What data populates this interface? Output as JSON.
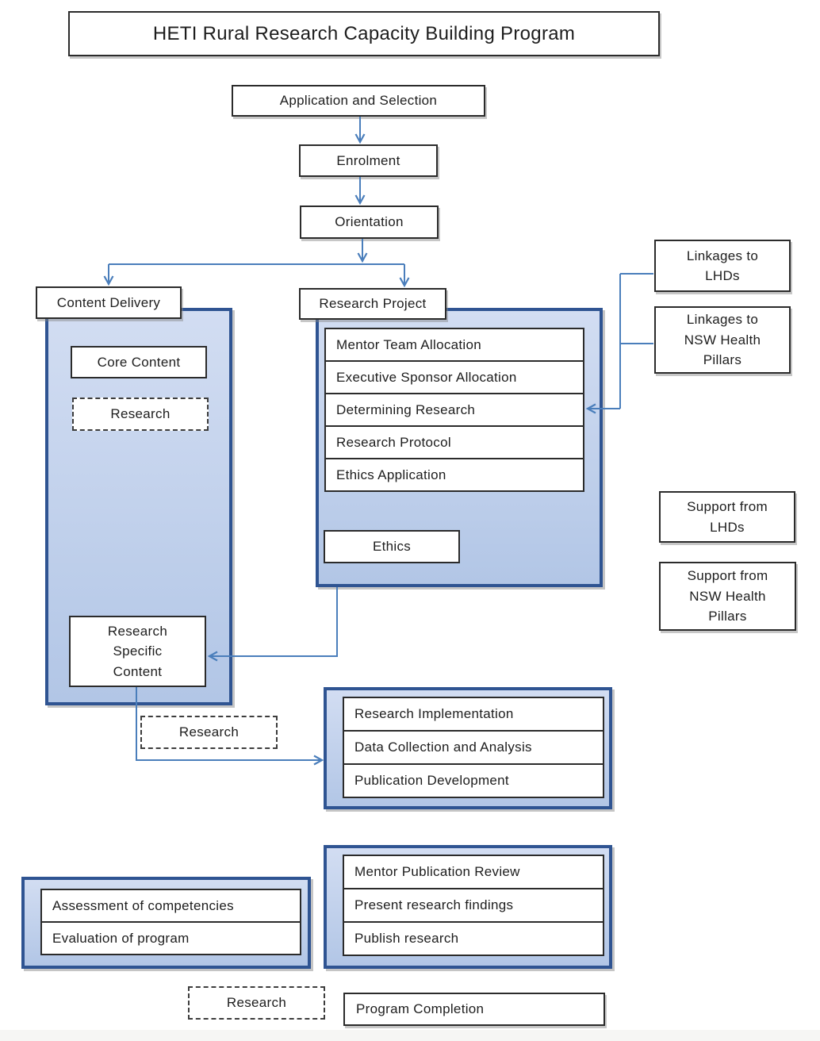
{
  "title": "HETI Rural Research Capacity Building Program",
  "colors": {
    "connector_blue": "#4a7ebb",
    "container_border": "#2f5492",
    "container_fill_top": "#d2ddf2",
    "container_fill_bottom": "#b2c6e6",
    "box_border": "#2b2b2b"
  },
  "flow_top": {
    "application": "Application and Selection",
    "enrolment": "Enrolment",
    "orientation": "Orientation"
  },
  "content_delivery": {
    "label": "Content Delivery",
    "core_content": "Core Content",
    "research_overlay": "Research",
    "research_specific_content": "Research Specific Content"
  },
  "research_project": {
    "label": "Research Project",
    "steps": [
      "Mentor Team Allocation",
      "Executive Sponsor Allocation",
      "Determining Research",
      "Research Protocol",
      "Ethics Application"
    ],
    "ethics": "Ethics"
  },
  "right_column": {
    "linkages_lhds": "Linkages to LHDs",
    "linkages_pillars": "Linkages to NSW Health Pillars",
    "support_lhds": "Support from LHDs",
    "support_pillars": "Support from NSW Health Pillars"
  },
  "implementation": {
    "steps": [
      "Research Implementation",
      "Data Collection and Analysis",
      "Publication Development"
    ]
  },
  "assessment": {
    "rows": [
      "Assessment of competencies",
      "Evaluation of program"
    ]
  },
  "publication": {
    "rows": [
      "Mentor Publication Review",
      "Present research findings",
      "Publish research"
    ]
  },
  "research_tag_mid": "Research",
  "research_tag_bottom": "Research",
  "program_completion": "Program Completion"
}
